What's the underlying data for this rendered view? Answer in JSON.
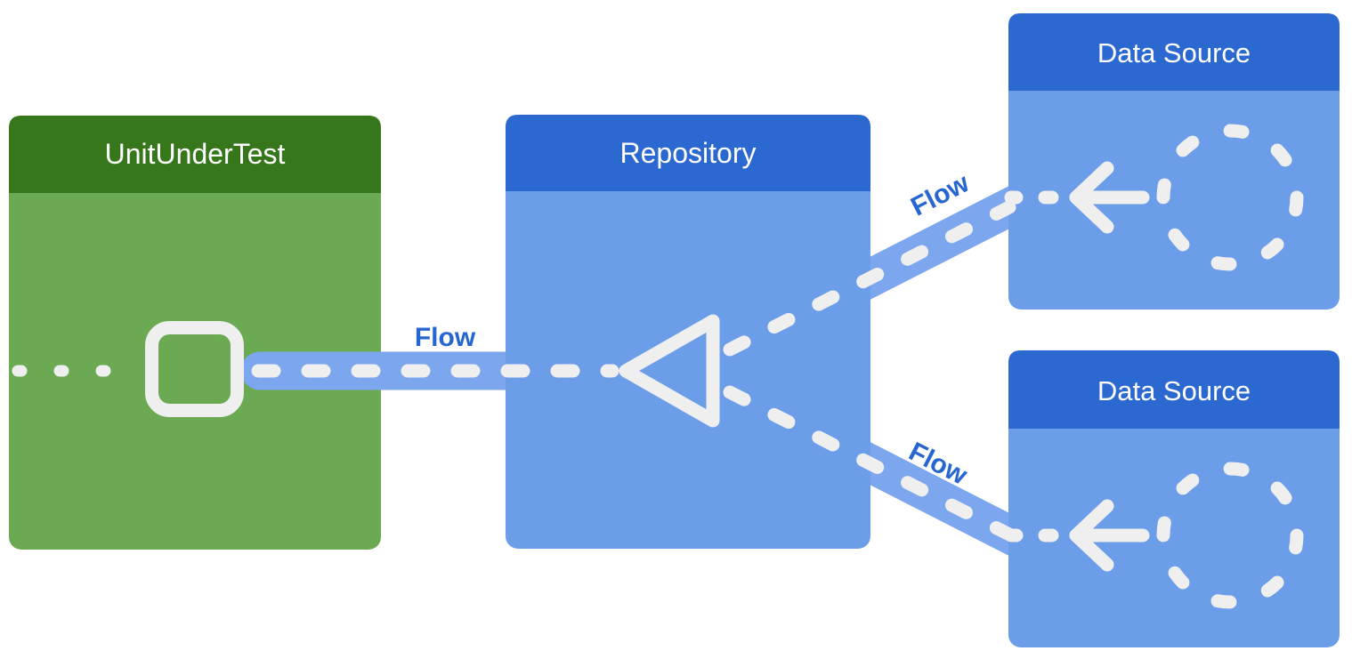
{
  "boxes": {
    "unit_under_test": {
      "title": "UnitUnderTest"
    },
    "repository": {
      "title": "Repository"
    },
    "data_source_top": {
      "title": "Data Source"
    },
    "data_source_bottom": {
      "title": "Data Source"
    }
  },
  "flows": {
    "repository_to_unit": {
      "label": "Flow"
    },
    "datasource_top_to_repository": {
      "label": "Flow"
    },
    "datasource_bottom_to_repository": {
      "label": "Flow"
    }
  },
  "colors": {
    "green_header": "#37771C",
    "green_body": "#6BAA53",
    "blue_header": "#2B68D0",
    "blue_body": "#6C9DE9",
    "flow_band": "#7CA6EE",
    "flow_dash": "#EFEFEF",
    "flow_label_text": "#2766D1",
    "title_text": "#FFFFFF",
    "background": "#FFFFFF"
  }
}
